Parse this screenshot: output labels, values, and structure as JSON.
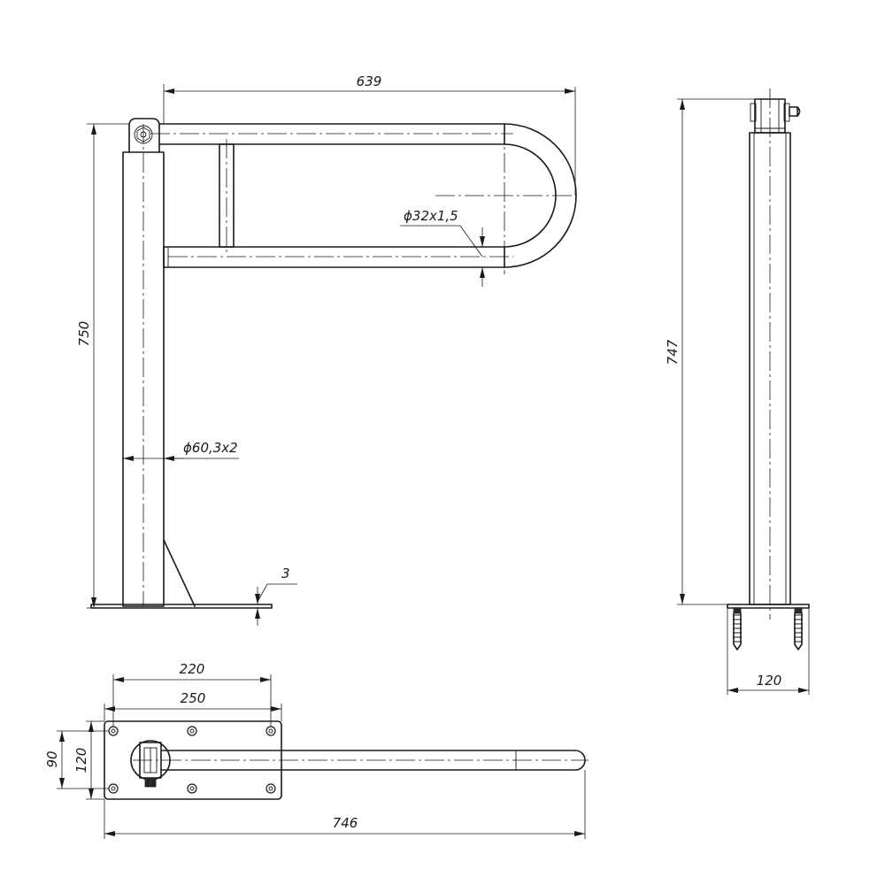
{
  "drawing": {
    "views": [
      "front-view",
      "side-view",
      "top-view"
    ],
    "dimensions": {
      "front_width": "639",
      "front_height": "750",
      "tube_small": "ϕ32x1,5",
      "tube_large": "ϕ60,3x2",
      "plate_thickness": "3",
      "side_height": "747",
      "side_base": "120",
      "top_hole_span_inner": "220",
      "top_plate_length": "250",
      "top_plate_hole_span": "90",
      "top_plate_width": "120",
      "top_overall_length": "746"
    }
  }
}
